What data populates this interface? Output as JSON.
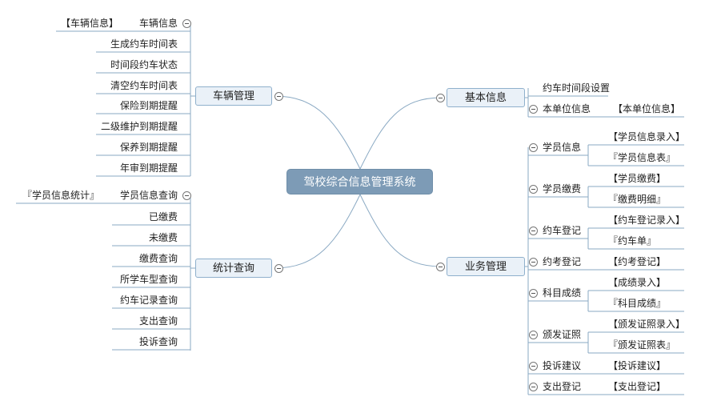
{
  "root": "驾校综合信息管理系统",
  "left": {
    "vehicle": {
      "title": "车辆管理",
      "items": [
        {
          "label": "车辆信息",
          "leaf": "【车辆信息】"
        },
        {
          "label": "生成约车时间表"
        },
        {
          "label": "时间段约车状态"
        },
        {
          "label": "清空约车时间表"
        },
        {
          "label": "保险到期提醒"
        },
        {
          "label": "二级维护到期提醒"
        },
        {
          "label": "保养到期提醒"
        },
        {
          "label": "年审到期提醒"
        }
      ]
    },
    "stats": {
      "title": "统计查询",
      "items": [
        {
          "label": "学员信息查询",
          "leaf": "『学员信息统计』"
        },
        {
          "label": "已缴费"
        },
        {
          "label": "未缴费"
        },
        {
          "label": "缴费查询"
        },
        {
          "label": "所学车型查询"
        },
        {
          "label": "约车记录查询"
        },
        {
          "label": "支出查询"
        },
        {
          "label": "投诉查询"
        }
      ]
    }
  },
  "right": {
    "basic": {
      "title": "基本信息",
      "items": [
        {
          "label": "约车时间段设置",
          "leaves": []
        },
        {
          "label": "本单位信息",
          "leaves": [
            "【本单位信息】"
          ]
        }
      ]
    },
    "business": {
      "title": "业务管理",
      "items": [
        {
          "label": "学员信息",
          "leaves": [
            "【学员信息录入】",
            "『学员信息表』"
          ]
        },
        {
          "label": "学员缴费",
          "leaves": [
            "【学员缴费】",
            "『缴费明细』"
          ]
        },
        {
          "label": "约车登记",
          "leaves": [
            "【约车登记录入】",
            "『约车单』"
          ]
        },
        {
          "label": "约考登记",
          "leaves": [
            "【约考登记】"
          ]
        },
        {
          "label": "科目成绩",
          "leaves": [
            "【成绩录入】",
            "『科目成绩』"
          ]
        },
        {
          "label": "颁发证照",
          "leaves": [
            "【颁发证照录入】",
            "『颁发证照表』"
          ]
        },
        {
          "label": "投诉建议",
          "leaves": [
            "【投诉建议】"
          ]
        },
        {
          "label": "支出登记",
          "leaves": [
            "【支出登记】"
          ]
        }
      ]
    }
  }
}
